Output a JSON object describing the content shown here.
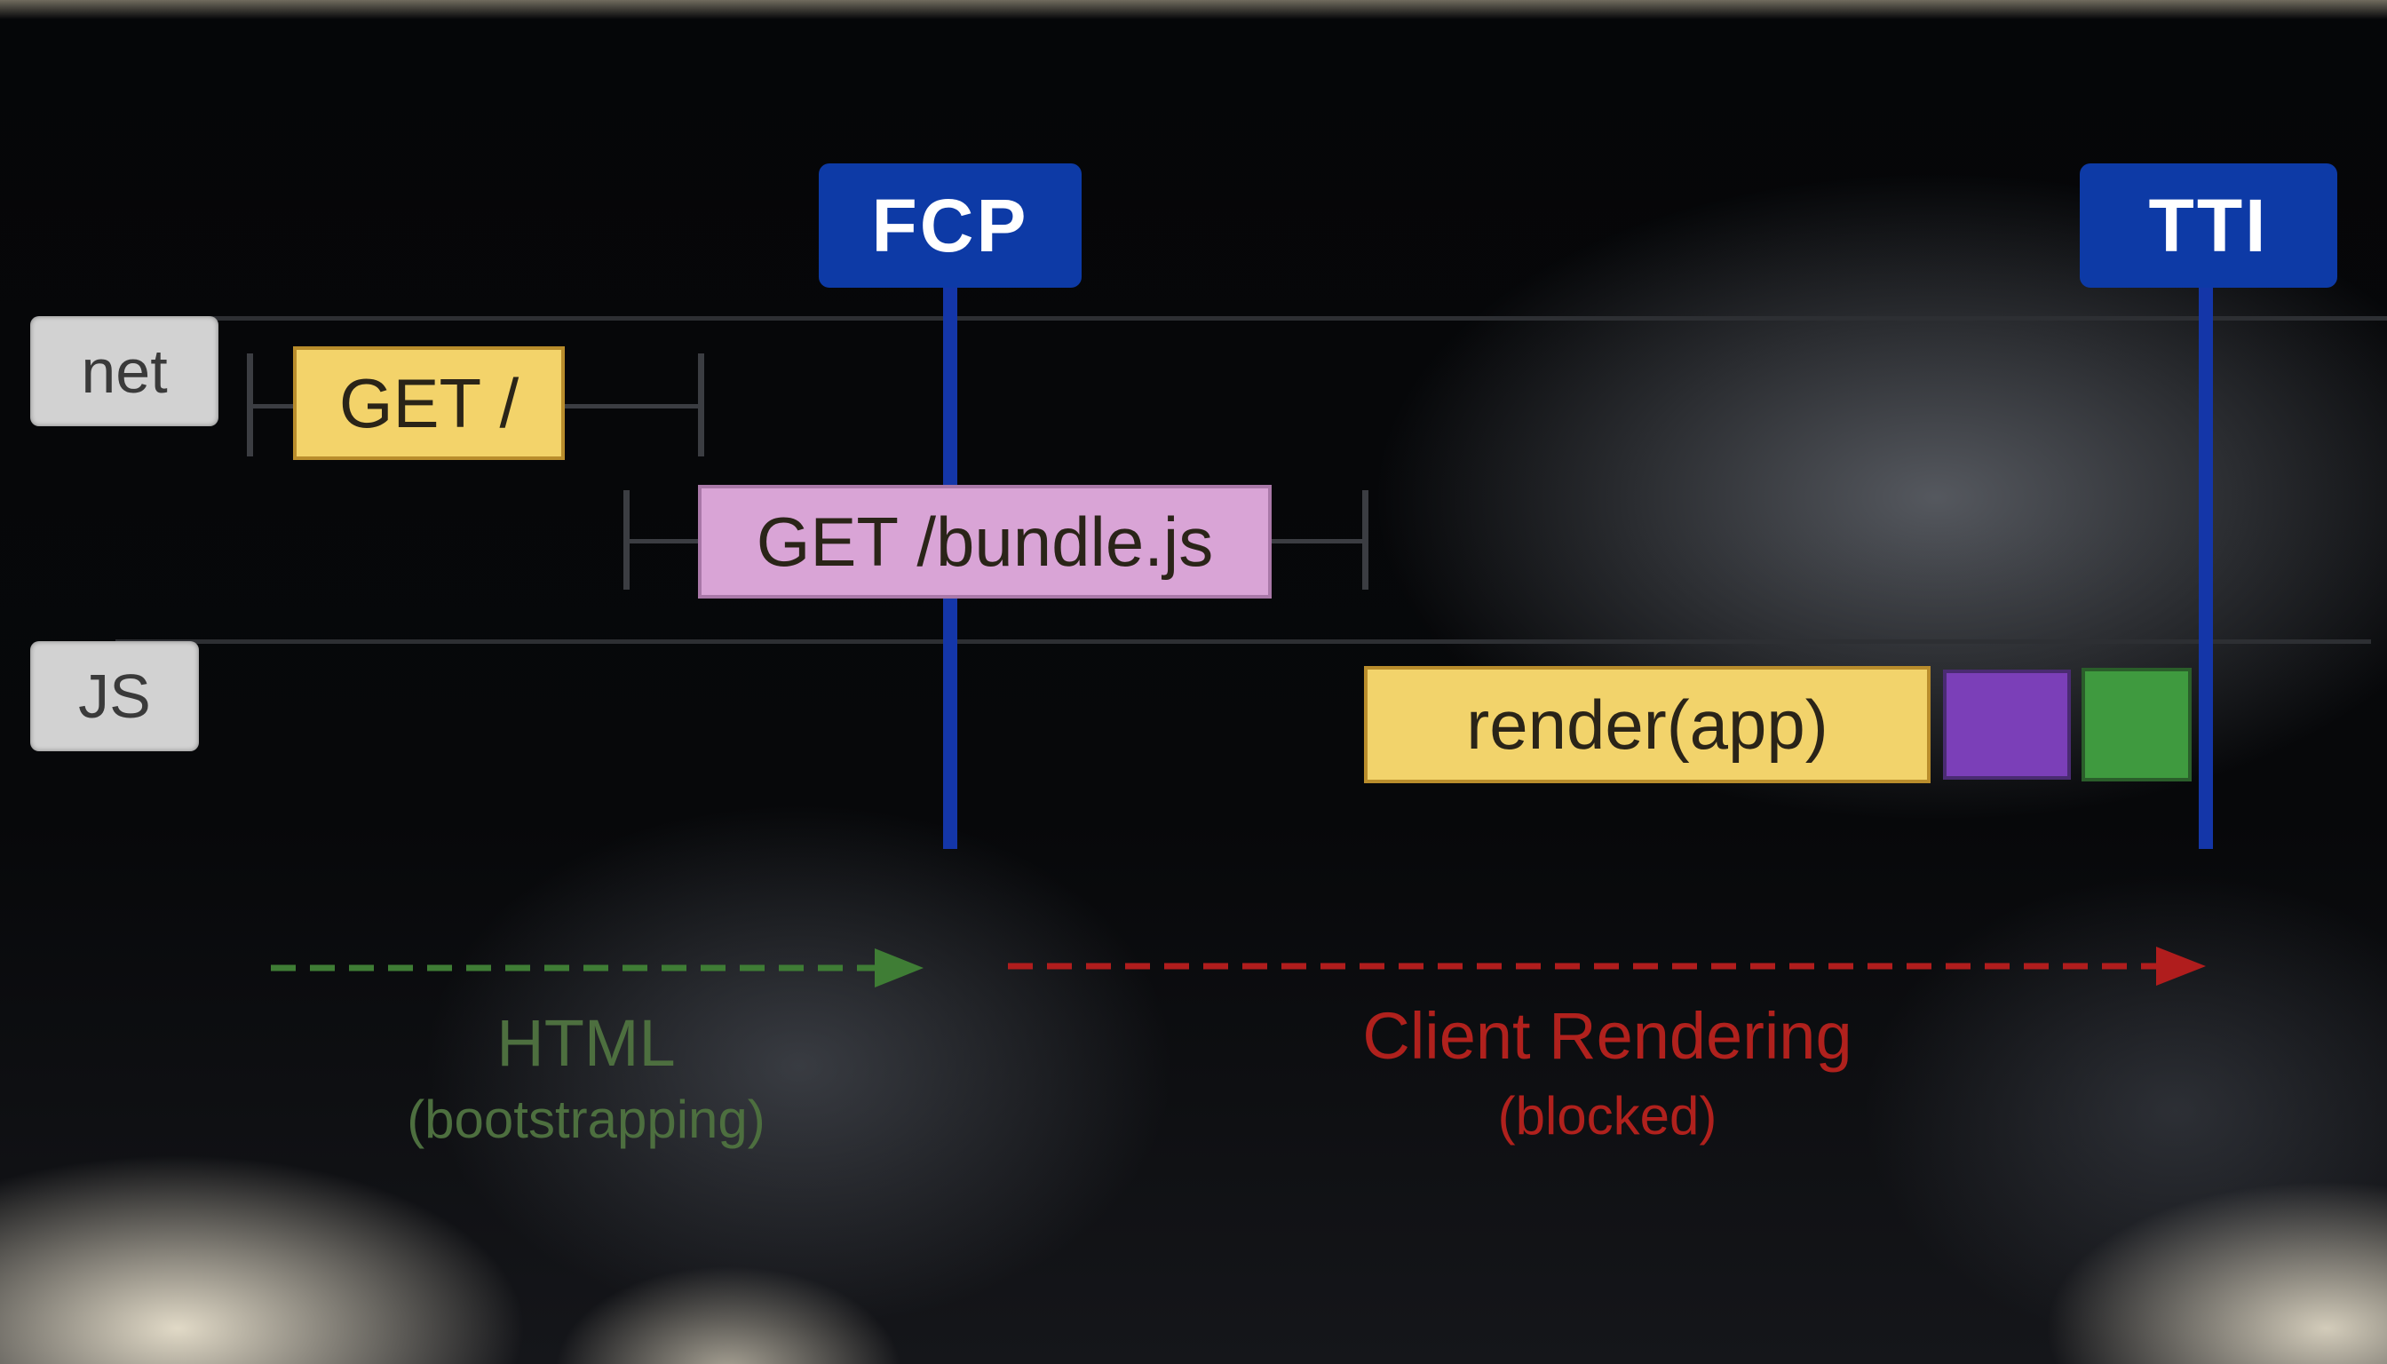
{
  "lanes": {
    "net": "net",
    "js": "JS"
  },
  "markers": {
    "fcp": "FCP",
    "tti": "TTI"
  },
  "requests": {
    "get_root": "GET /",
    "get_bundle": "GET /bundle.js"
  },
  "tasks": {
    "render": "render(app)"
  },
  "phases": {
    "html_title": "HTML",
    "html_sub": "(bootstrapping)",
    "client_title": "Client Rendering",
    "client_sub": "(blocked)"
  },
  "colors": {
    "marker_blue": "#0d3aa6",
    "get_root_fill": "#f3d36a",
    "get_bundle_fill": "#d9a4d6",
    "render_fill": "#f2d36b",
    "task_purple": "#7b3fb8",
    "task_green": "#3f9a3f",
    "html_arrow": "#3f7d35",
    "client_arrow": "#b01d1d"
  }
}
